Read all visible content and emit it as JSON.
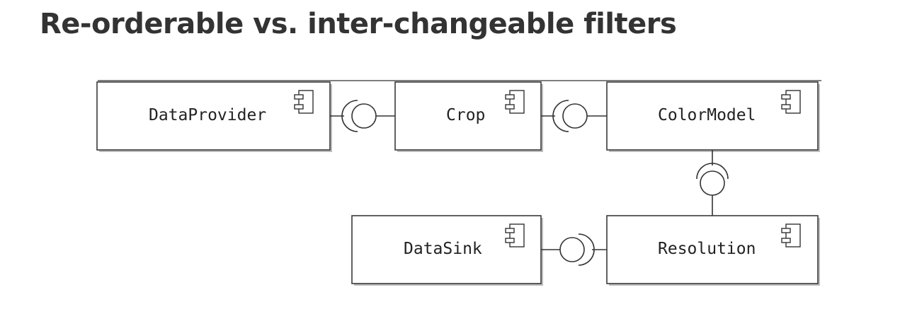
{
  "title": "Re-orderable vs. inter-changeable filters",
  "components": {
    "data_provider": {
      "label": "DataProvider",
      "icon": "uml-component-icon"
    },
    "crop": {
      "label": "Crop",
      "icon": "uml-component-icon"
    },
    "color_model": {
      "label": "ColorModel",
      "icon": "uml-component-icon"
    },
    "resolution": {
      "label": "Resolution",
      "icon": "uml-component-icon"
    },
    "data_sink": {
      "label": "DataSink",
      "icon": "uml-component-icon"
    }
  }
}
